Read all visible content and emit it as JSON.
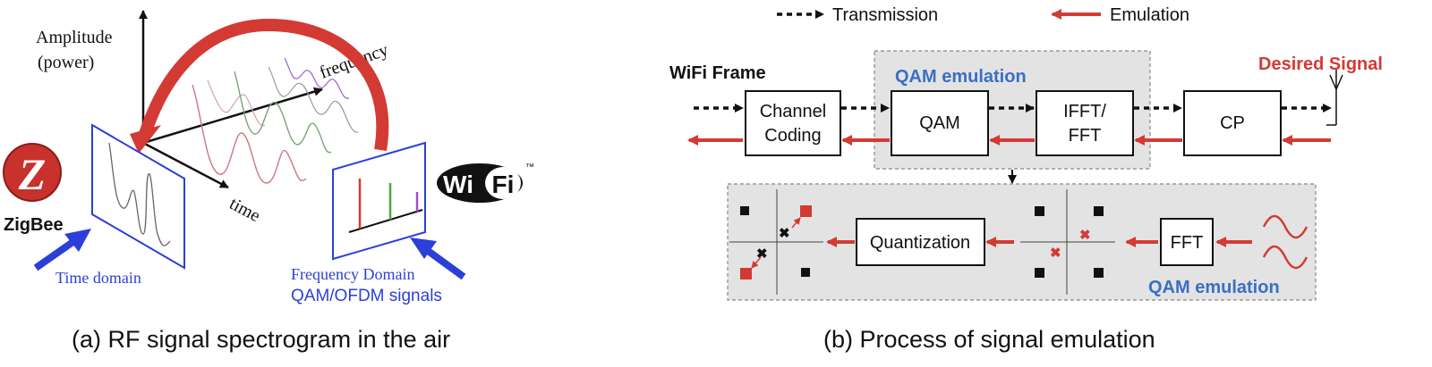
{
  "panel_a": {
    "amplitude_label_1": "Amplitude",
    "amplitude_label_2": "(power)",
    "frequency_label": "frequency",
    "time_label": "time",
    "zigbee_label": "ZigBee",
    "zigbee_letter": "Z",
    "wifi_wi": "Wi",
    "wifi_fi": "Fi",
    "wifi_tm": "™",
    "time_domain_label": "Time domain",
    "frequency_domain_label": "Frequency Domain",
    "qam_ofdm_label": "QAM/OFDM signals",
    "caption": "(a) RF signal spectrogram in the air"
  },
  "panel_b": {
    "legend_transmission": "Transmission",
    "legend_emulation": "Emulation",
    "wifi_frame_label": "WiFi Frame",
    "qam_emulation_top": "QAM emulation",
    "desired_signal_label": "Desired Signal",
    "block_channel_coding_1": "Channel",
    "block_channel_coding_2": "Coding",
    "block_qam": "QAM",
    "block_ifft_1": "IFFT/",
    "block_ifft_2": "FFT",
    "block_cp": "CP",
    "block_quantization": "Quantization",
    "block_fft": "FFT",
    "qam_emulation_bottom": "QAM emulation",
    "caption": "(b) Process of signal emulation"
  },
  "colors": {
    "red": "#d43a34",
    "blue": "#2b3fd8",
    "label_blue": "#3a6fc4",
    "dark": "#111111"
  }
}
